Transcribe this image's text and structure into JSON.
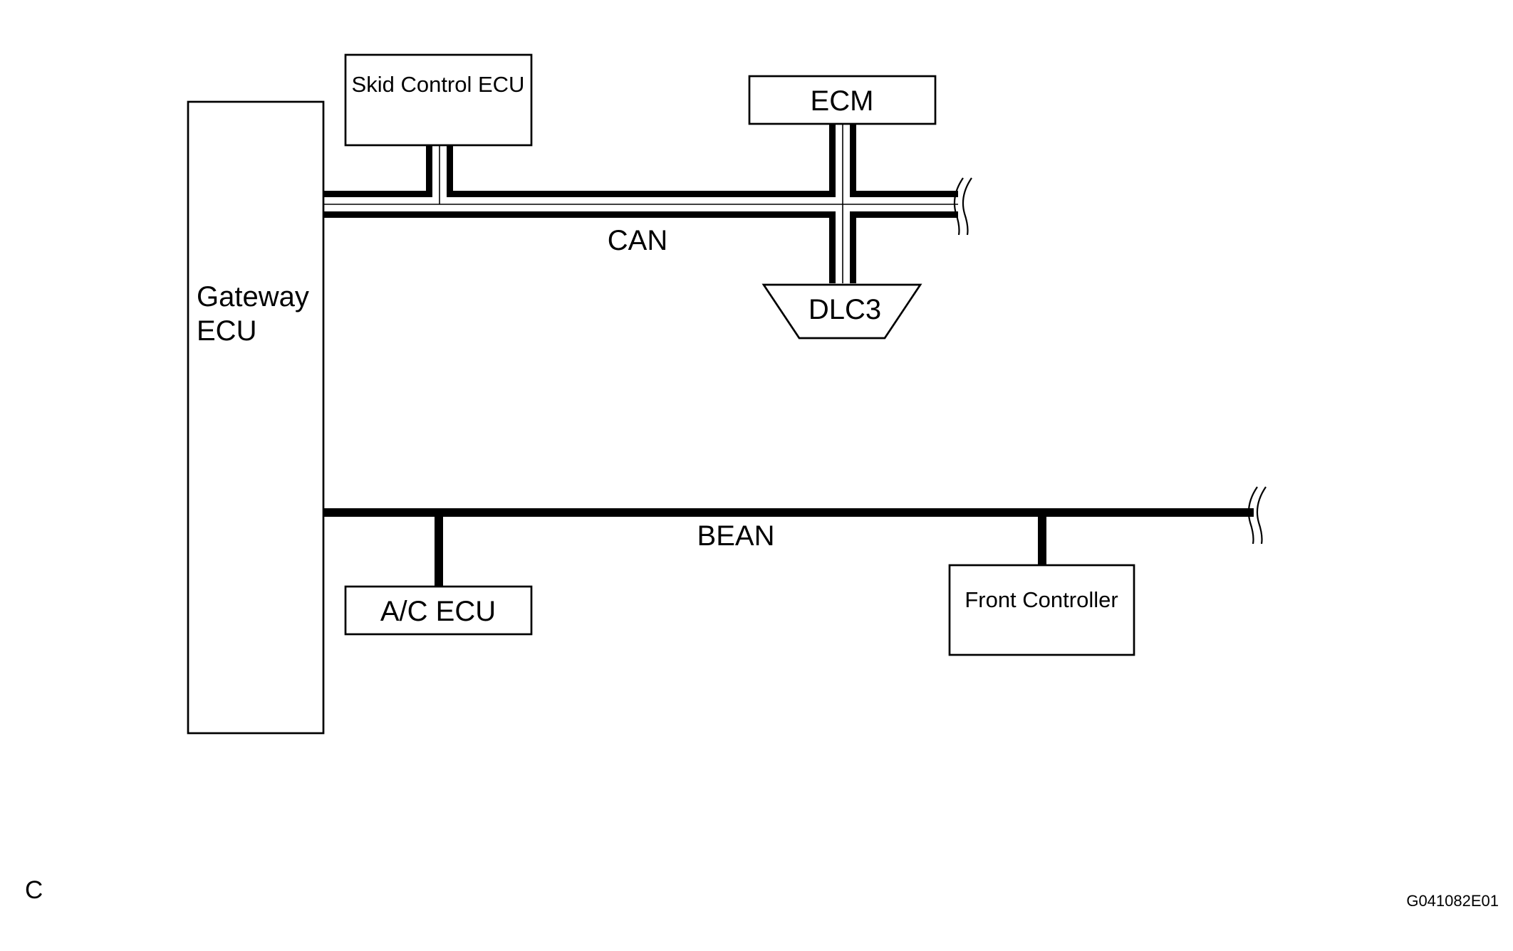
{
  "nodes": {
    "gateway_ecu": {
      "line1": "Gateway",
      "line2": "ECU"
    },
    "skid_control_ecu": "Skid Control ECU",
    "ecm": "ECM",
    "dlc3": "DLC3",
    "ac_ecu": "A/C ECU",
    "front_controller": "Front Controller"
  },
  "buses": {
    "can": "CAN",
    "bean": "BEAN"
  },
  "footer": {
    "corner_letter": "C",
    "figure_code": "G041082E01"
  },
  "colors": {
    "line": "#000000",
    "background": "#ffffff"
  }
}
